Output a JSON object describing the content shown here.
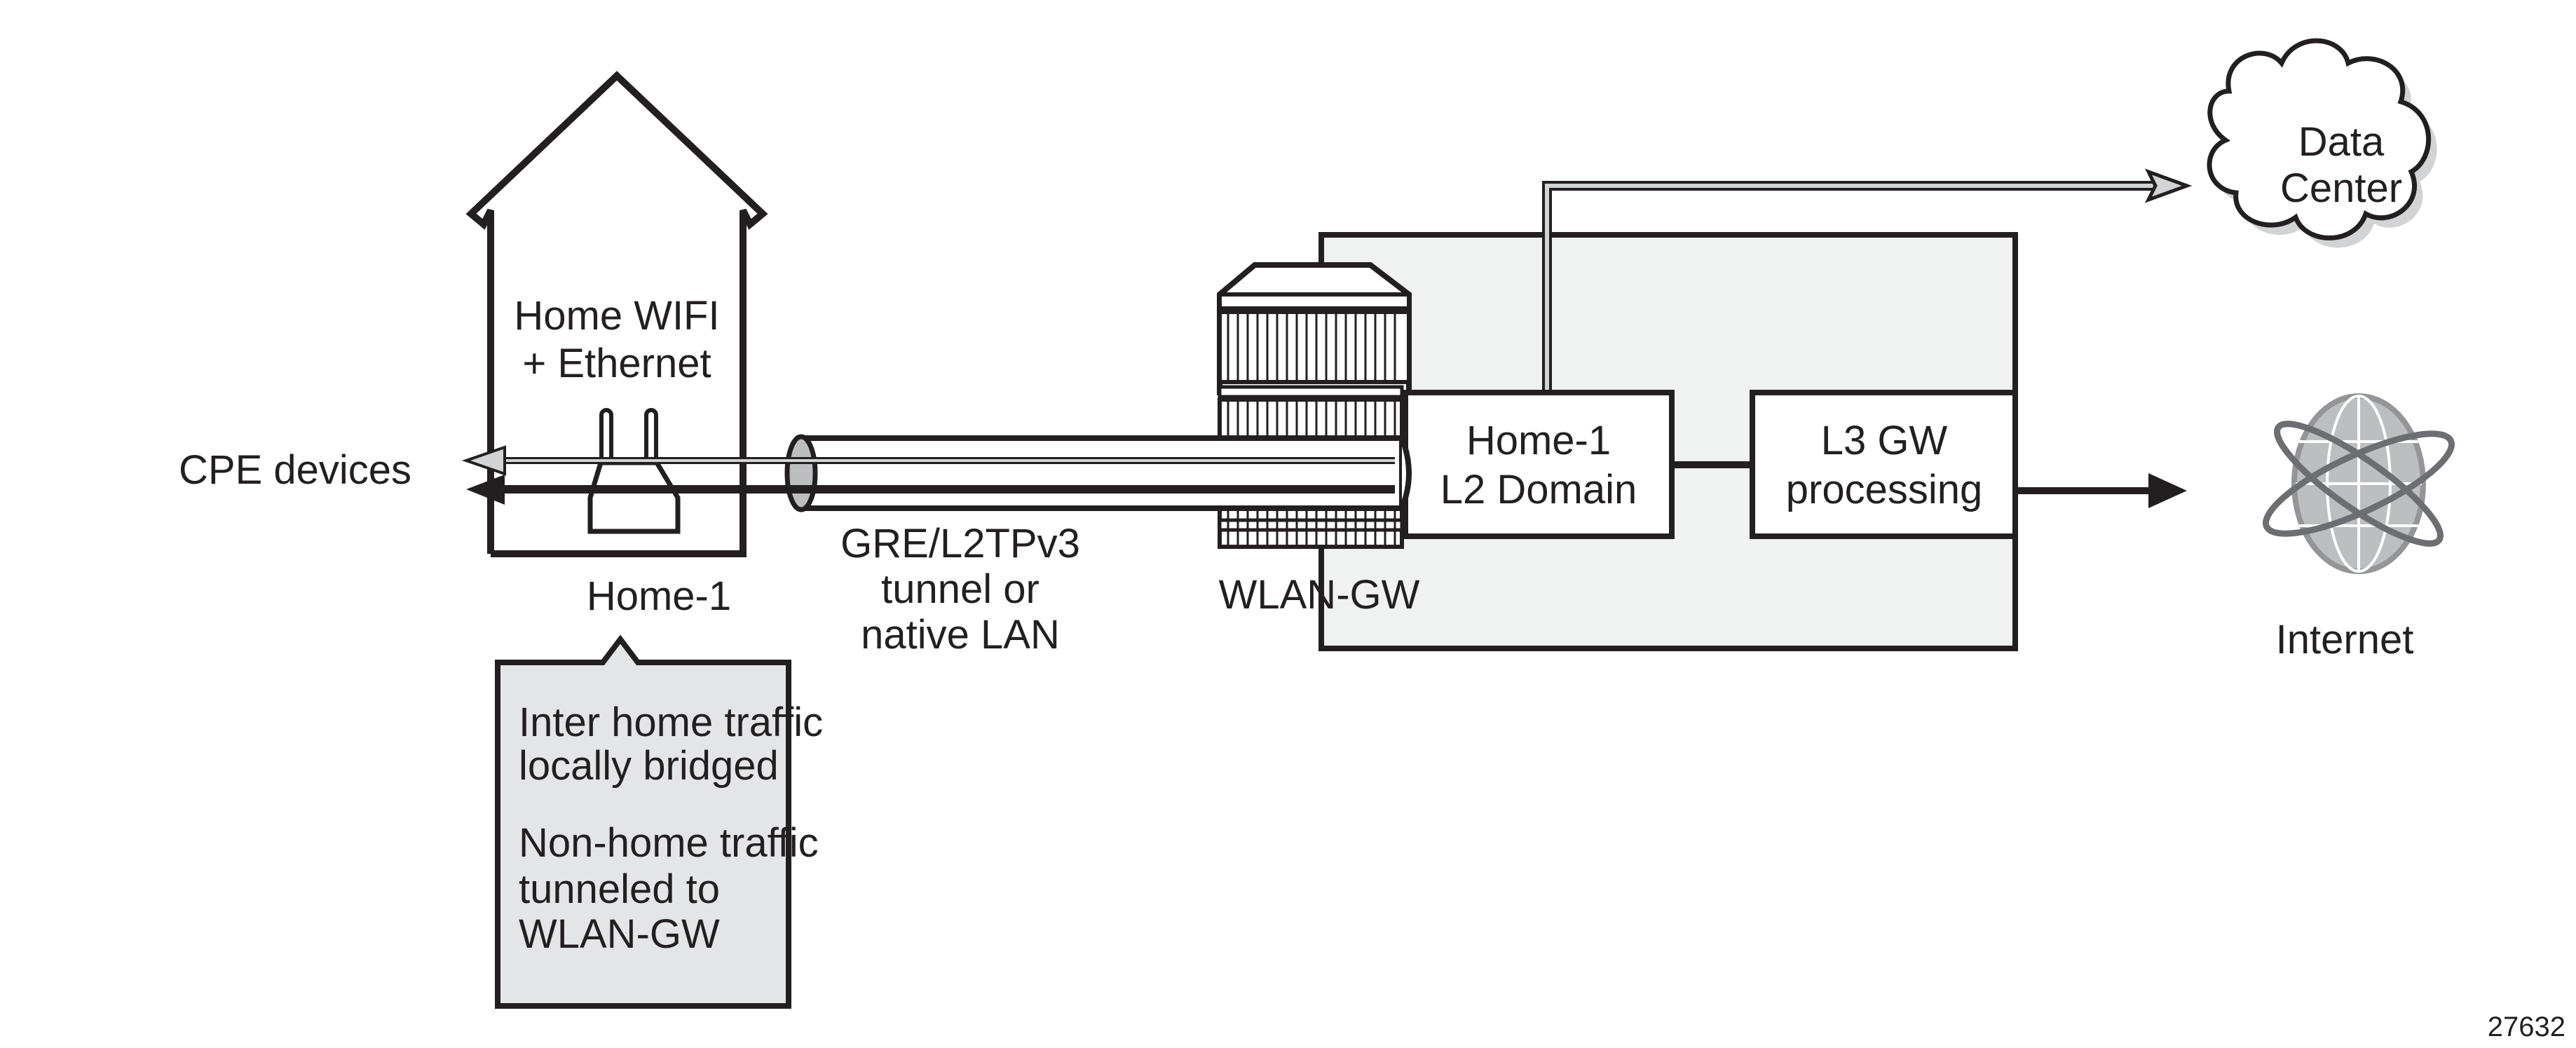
{
  "diagram": {
    "figure_id": "27632",
    "colors": {
      "stroke": "#231f20",
      "gateway_panel": "#f0f1f1",
      "callout_fill": "#e4e5e7",
      "tunnel_end": "#bcbec0",
      "cloud_shadow": "#d1d3d4",
      "globe_fill": "#bcbec0"
    },
    "home": {
      "title_line1": "Home WIFI",
      "title_line2": "+ Ethernet",
      "label": "Home-1"
    },
    "cpe": {
      "label": "CPE devices"
    },
    "tunnel": {
      "label_line1": "GRE/L2TPv3",
      "label_line2": "tunnel or",
      "label_line3": "native LAN"
    },
    "wlan_gw": {
      "label": "WLAN-GW"
    },
    "l2_domain": {
      "line1": "Home-1",
      "line2": "L2 Domain"
    },
    "l3_gw": {
      "line1": "L3 GW",
      "line2": "processing"
    },
    "data_center": {
      "line1": "Data",
      "line2": "Center"
    },
    "internet": {
      "label": "Internet"
    },
    "callout": {
      "para1_line1": "Inter home traffic",
      "para1_line2": "locally bridged",
      "para2_line1": "Non-home traffic",
      "para2_line2": "tunneled to",
      "para2_line3": "WLAN-GW"
    }
  }
}
